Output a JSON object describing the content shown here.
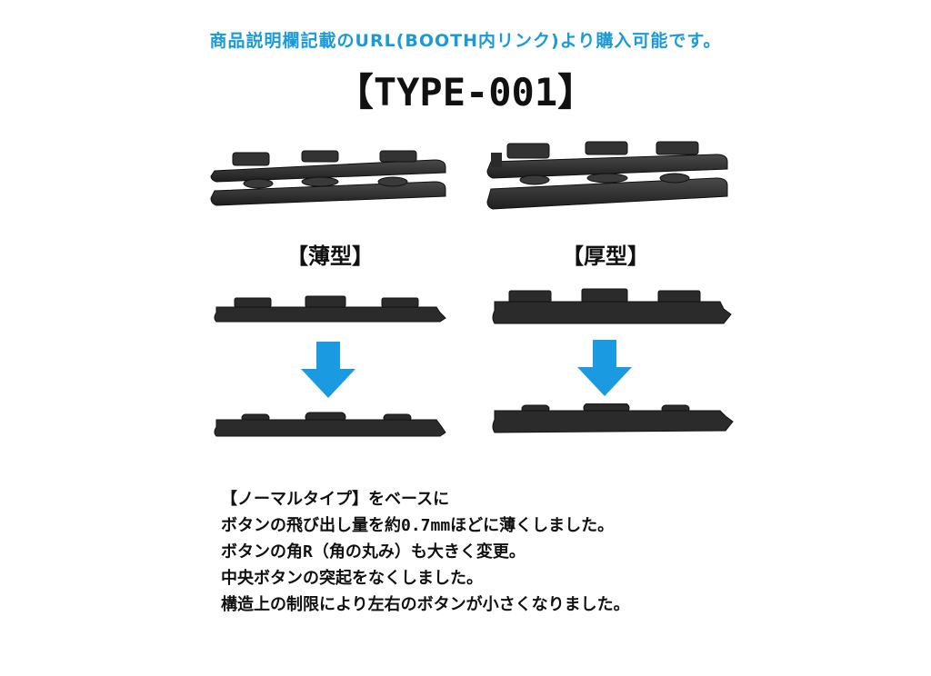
{
  "notice": "商品説明欄記載のURL(BOOTH内リンク)より購入可能です。",
  "title": "【TYPE-001】",
  "labels": {
    "thin": "【薄型】",
    "thick": "【厚型】"
  },
  "description": [
    "【ノーマルタイプ】をベースに",
    "ボタンの飛び出し量を約0.7mmほどに薄くしました。",
    "ボタンの角R（角の丸み）も大きく変更。",
    "中央ボタンの突起をなくしました。",
    "構造上の制限により左右のボタンが小さくなりました。"
  ],
  "colors": {
    "notice": "#1a9ad6",
    "arrow": "#1a9ae0",
    "part": "#2b2b2b"
  },
  "icons": {
    "arrow": "down-arrow-icon"
  }
}
